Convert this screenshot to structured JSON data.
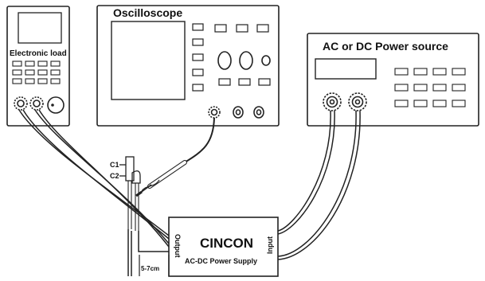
{
  "labels": {
    "oscilloscope": "Oscilloscope",
    "electronic_load": "Electronic load",
    "power_source": "AC or DC Power source",
    "psu_brand": "CINCON",
    "psu_subtitle": "AC-DC Power Supply",
    "psu_output": "Output",
    "psu_input": "Input",
    "cap_c1": "C1",
    "cap_c2": "C2",
    "distance": "5-7cm"
  },
  "colors": {
    "line": "#222222",
    "frame": "#2a2a2a",
    "background": "#ffffff"
  }
}
